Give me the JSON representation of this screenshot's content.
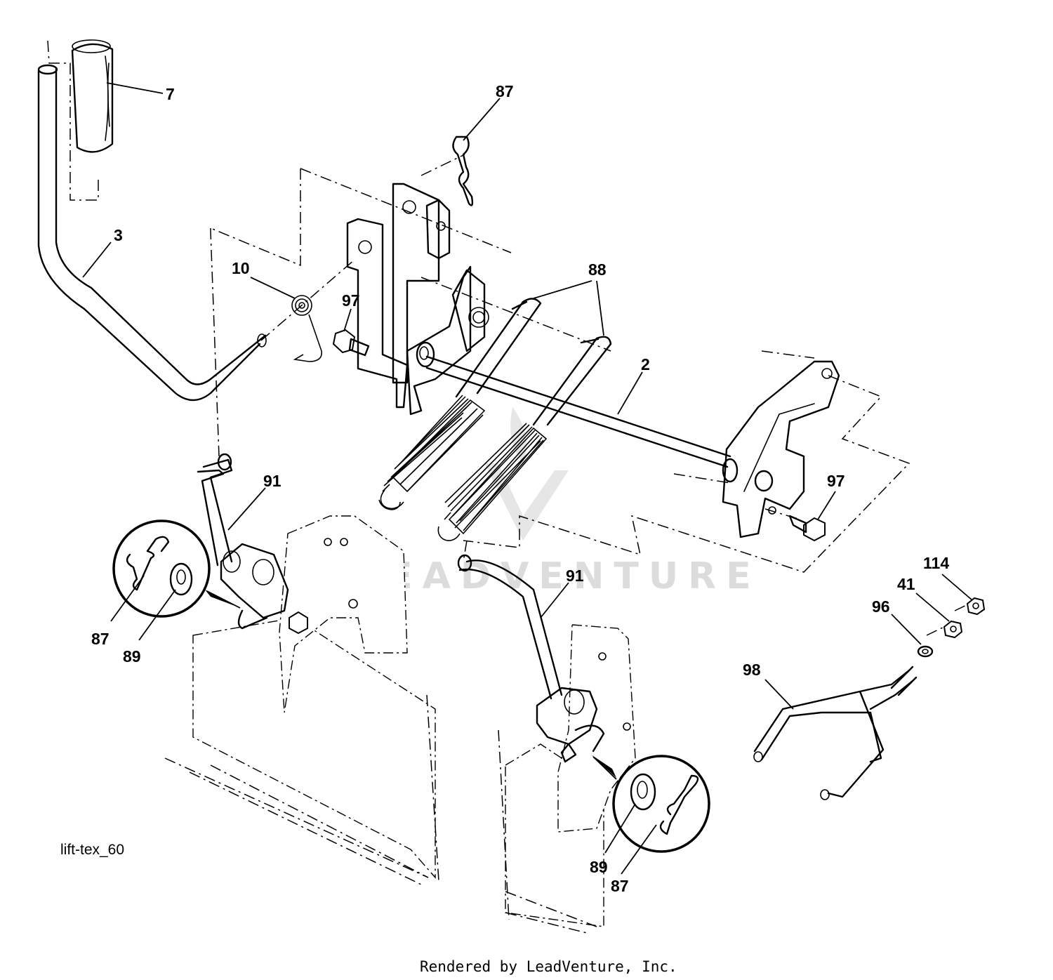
{
  "diagram": {
    "callouts": [
      {
        "id": "c7",
        "text": "7"
      },
      {
        "id": "c87-top",
        "text": "87"
      },
      {
        "id": "c3",
        "text": "3"
      },
      {
        "id": "c10",
        "text": "10"
      },
      {
        "id": "c97-left",
        "text": "97"
      },
      {
        "id": "c88",
        "text": "88"
      },
      {
        "id": "c2",
        "text": "2"
      },
      {
        "id": "c97-right",
        "text": "97"
      },
      {
        "id": "c91-left",
        "text": "91"
      },
      {
        "id": "c87-left",
        "text": "87"
      },
      {
        "id": "c89-left",
        "text": "89"
      },
      {
        "id": "c91-right",
        "text": "91"
      },
      {
        "id": "c114",
        "text": "114"
      },
      {
        "id": "c41",
        "text": "41"
      },
      {
        "id": "c96",
        "text": "96"
      },
      {
        "id": "c98",
        "text": "98"
      },
      {
        "id": "c89-right",
        "text": "89"
      },
      {
        "id": "c87-right",
        "text": "87"
      }
    ],
    "reference_label": "lift-tex_60",
    "watermark": "LEADVENTURE",
    "credit": "Rendered by LeadVenture, Inc."
  }
}
